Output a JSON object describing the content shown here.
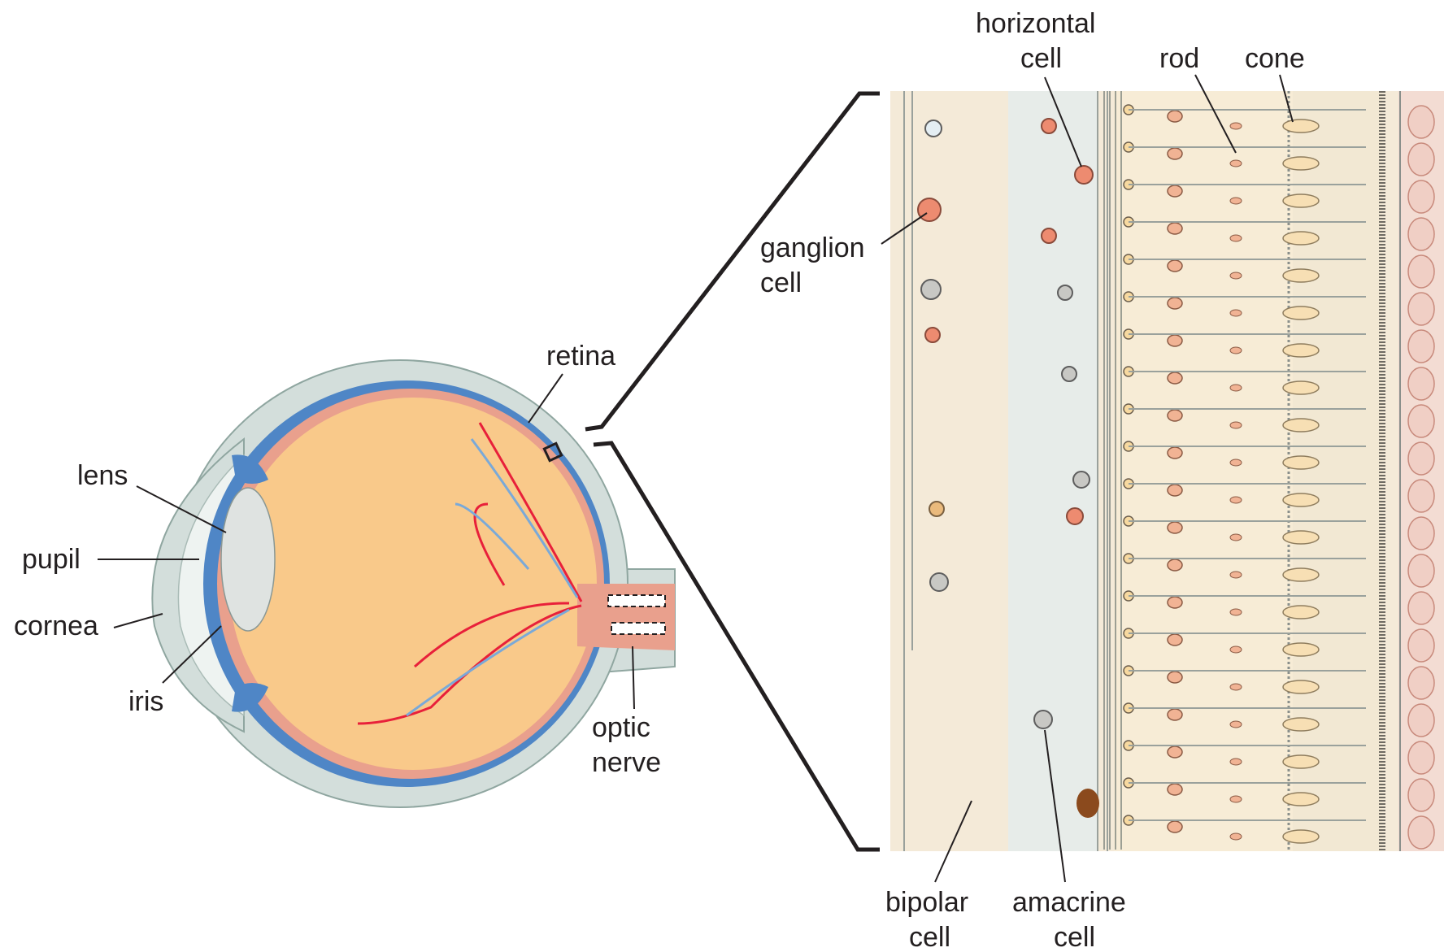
{
  "labels": {
    "lens": "lens",
    "pupil": "pupil",
    "cornea": "cornea",
    "iris": "iris",
    "retina": "retina",
    "optic_nerve": [
      "optic",
      "nerve"
    ],
    "ganglion_cell": [
      "ganglion",
      "cell"
    ],
    "horizontal_cell": [
      "horizontal",
      "cell"
    ],
    "rod": "rod",
    "cone": "cone",
    "bipolar_cell": [
      "bipolar",
      "cell"
    ],
    "amacrine_cell": [
      "amacrine",
      "cell"
    ]
  },
  "colors": {
    "sclera": "#d3dedb",
    "choroid": "#4f86c6",
    "retina_layer": "#e9a08d",
    "vitreous": "#f9c98a",
    "lens": "#dfe3e1",
    "artery": "#e8203a",
    "vein": "#7aa9d8",
    "retina_bg": "#f4ead8",
    "ink": "#231f20"
  }
}
